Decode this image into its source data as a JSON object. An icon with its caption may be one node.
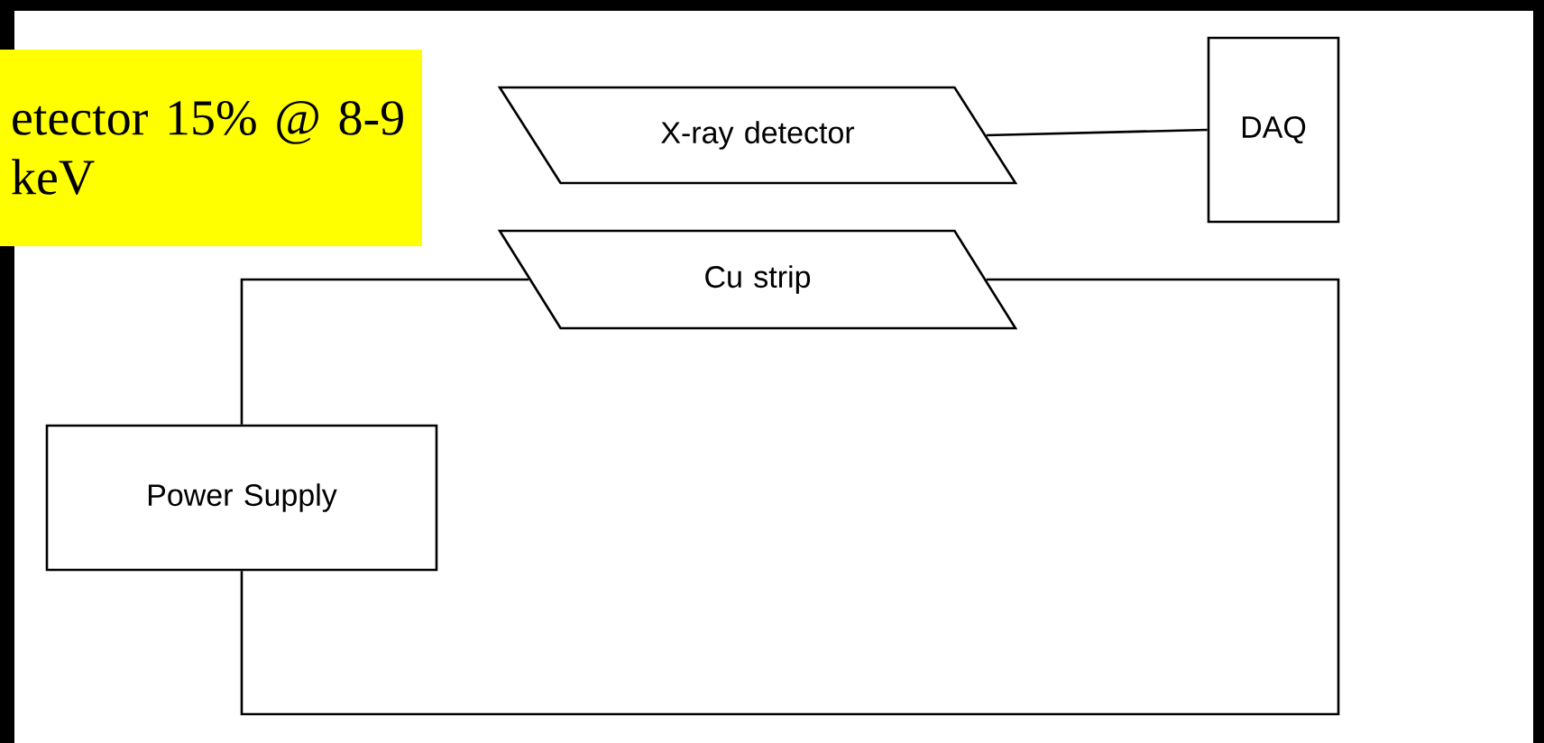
{
  "diagram": {
    "nodes": [
      {
        "text": [
          "etector 15% @ 8-9 keV"
        ]
      },
      {
        "text": [
          "X-ray detector"
        ]
      },
      {
        "text": [
          "DAQ"
        ]
      },
      {
        "text": [
          "Cu strip"
        ]
      },
      {
        "text": [
          "Power Supply"
        ]
      }
    ],
    "edges": [
      {
        "from": 1,
        "to": 2,
        "arrow": "none"
      },
      {
        "from": 3,
        "to": 4,
        "arrow": "none"
      },
      {
        "from": 3,
        "to": 4,
        "arrow": "none"
      }
    ]
  }
}
